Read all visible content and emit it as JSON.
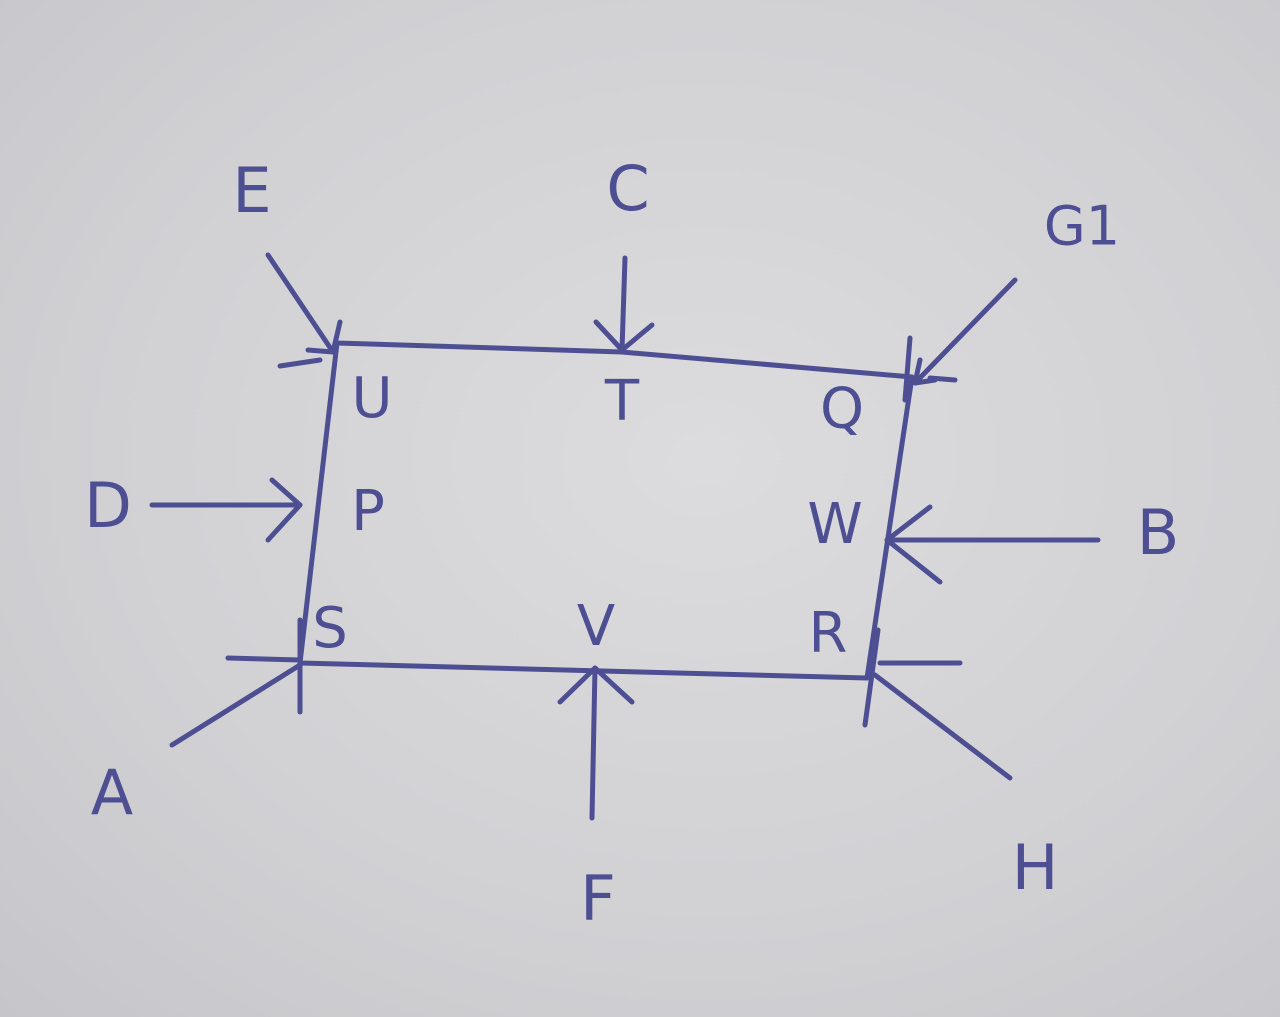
{
  "labels": {
    "outer": {
      "e": "E",
      "c": "C",
      "g": "G1",
      "d": "D",
      "b": "B",
      "a": "A",
      "f": "F",
      "h": "H"
    },
    "inner": {
      "u": "U",
      "t": "T",
      "q": "Q",
      "p": "P",
      "w": "W",
      "s": "S",
      "v": "V",
      "r": "R"
    }
  },
  "colors": {
    "ink": "#4e4f93",
    "paper": "#d6d6d9"
  }
}
